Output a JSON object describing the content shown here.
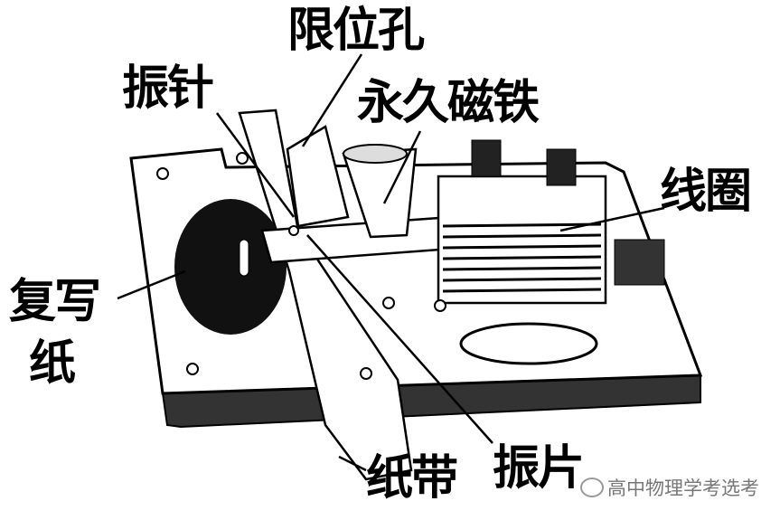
{
  "labels": {
    "limit_hole": "限位孔",
    "vibrating_needle": "振针",
    "permanent_magnet": "永久磁铁",
    "coil": "线圈",
    "carbon_paper_line1": "复写",
    "carbon_paper_line2": "纸",
    "paper_tape": "纸带",
    "vibrating_reed": "振片"
  },
  "watermark": "高中物理学考选考"
}
